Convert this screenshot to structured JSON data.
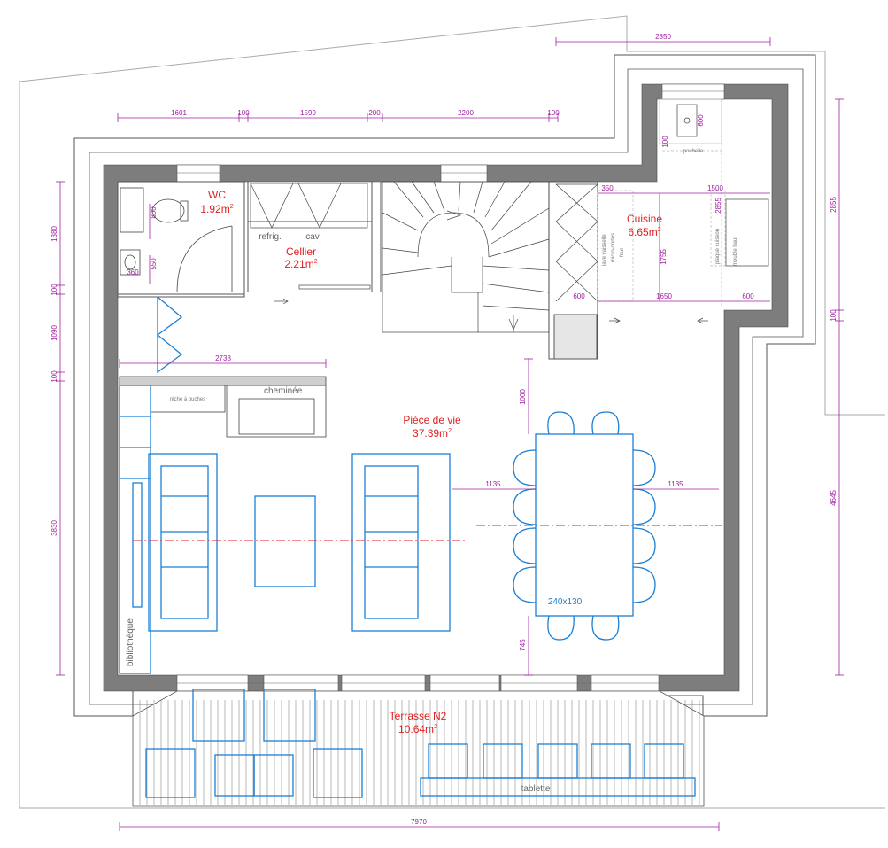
{
  "rooms": [
    {
      "name": "WC",
      "area": "1.92m",
      "sup": "2"
    },
    {
      "name": "Cellier",
      "area": "2.21m",
      "sup": "2"
    },
    {
      "name": "Cuisine",
      "area": "6.65m",
      "sup": "2"
    },
    {
      "name": "Pièce de vie",
      "area": "37.39m",
      "sup": "2"
    },
    {
      "name": "Terrasse N2",
      "area": "10.64m",
      "sup": "2"
    }
  ],
  "labels": {
    "refrig": "refrig.",
    "cav": "cav",
    "cheminee": "cheminée",
    "niche": "niche à buches",
    "bibliotheque": "bibliothèque",
    "table": "240x130",
    "tablette": "tablette",
    "poubelle": "poubelle",
    "meuble_haut": "meuble haut",
    "plaque": "plaque cuisson",
    "lave": "lave vaisselle",
    "micro": "micro-ondes",
    "four": "four"
  },
  "dimensions": {
    "top": [
      "1601",
      "100",
      "1599",
      "200",
      "2200",
      "100"
    ],
    "top_right": "2850",
    "left": [
      "1380",
      "100",
      "1090",
      "100",
      "3830"
    ],
    "right": [
      "2855",
      "100",
      "4645"
    ],
    "bottom": "7970",
    "living_width": "2733",
    "table_left": "1135",
    "table_right": "1135",
    "table_top": "1000",
    "table_bottom": "745",
    "kitchen_350": "350",
    "kitchen_1500": "1500",
    "kitchen_1755": "1755",
    "kitchen_1650": "1650",
    "kitchen_600a": "600",
    "kitchen_600b": "600",
    "kitchen_2855": "2855",
    "wc_800": "800",
    "wc_550": "550",
    "wc_360": "360",
    "sink_600": "600",
    "sink_100": "100"
  },
  "colors": {
    "wall": "#7d7d7d",
    "dimension": "#a020a0",
    "room_label": "#e02020",
    "furniture": "#1a7fd4"
  }
}
